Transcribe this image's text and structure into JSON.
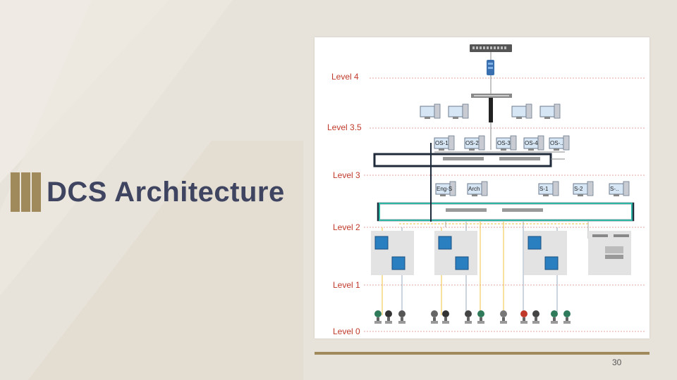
{
  "slide": {
    "title": "DCS Architecture",
    "page_number": "30"
  },
  "diagram": {
    "levels": [
      "Level 4",
      "Level 3.5",
      "Level 3",
      "Level 2",
      "Level 1",
      "Level 0"
    ],
    "level3_stations": [
      "OS-1",
      "OS-2",
      "OS-3",
      "OS-4",
      "OS-.."
    ],
    "level2_stations": [
      "Eng-S",
      "Arch",
      "S-1",
      "S-2",
      "S-.."
    ]
  },
  "colors": {
    "background": "#e8e3da",
    "accent_gold": "#a08a5c",
    "title_text": "#3f4560",
    "level_label": "#c0392b",
    "network_teal": "#2bb5a5",
    "network_dark": "#1f2a3a"
  }
}
